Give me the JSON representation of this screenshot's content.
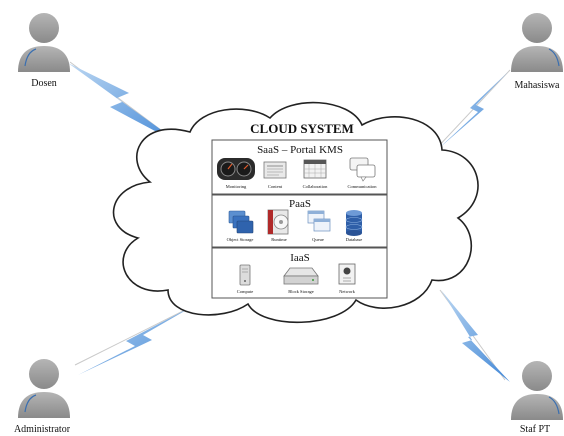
{
  "users": {
    "dosen": "Dosen",
    "mahasiswa": "Mahasiswa",
    "administrator": "Administrator",
    "staf_pt": "Staf PT"
  },
  "cloud": {
    "title": "CLOUD SYSTEM"
  },
  "layers": {
    "saas": {
      "title": "SaaS – Portal KMS",
      "items": [
        "Monitoring",
        "Content",
        "Collaboration",
        "Communication"
      ]
    },
    "paas": {
      "title": "PaaS",
      "items": [
        "Object Storage",
        "Runtime",
        "Queue",
        "Database"
      ]
    },
    "iaas": {
      "title": "IaaS",
      "items": [
        "Compute",
        "Block Storage",
        "Network"
      ]
    }
  },
  "colors": {
    "person": "#9a9a9a",
    "person_highlight": "#3a6fb0",
    "lightning": "#4a90d9",
    "cloud_stroke": "#222222",
    "box_stroke": "#555555"
  }
}
